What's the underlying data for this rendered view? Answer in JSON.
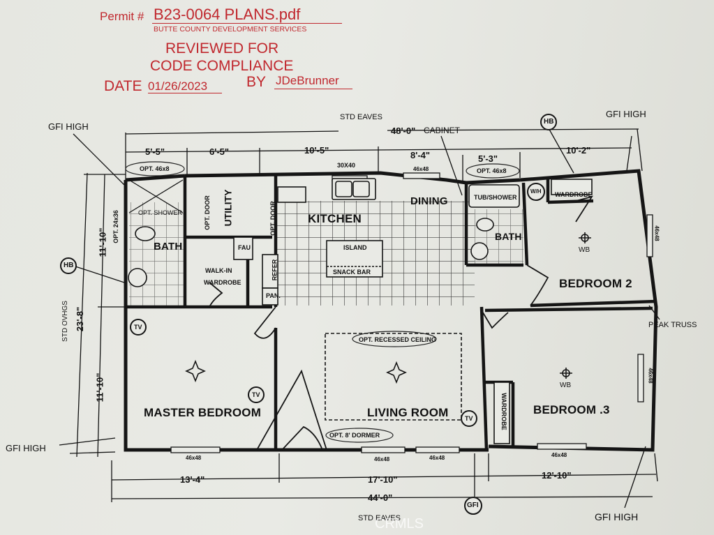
{
  "stamp": {
    "permit_label": "Permit #",
    "permit_value": "B23-0064 PLANS.pdf",
    "agency": "BUTTE COUNTY DEVELOPMENT SERVICES",
    "line1": "REVIEWED FOR",
    "line2": "CODE COMPLIANCE",
    "date_label": "DATE",
    "date_value": "01/26/2023",
    "by_label": "BY",
    "by_value": "JDeBrunner",
    "color": "#c0272d"
  },
  "annotations": {
    "std_eaves_top": "STD EAVES",
    "std_eaves_bottom": "STD EAVES",
    "gfi_high_top_left": "GFI HIGH",
    "gfi_high_top_right": "GFI HIGH",
    "gfi_high_left": "GFI HIGH",
    "gfi_high_bottom_right": "GFI HIGH",
    "cabinet": "CABINET",
    "peak_truss": "PEAK TRUSS",
    "std_ovhgs": "STD OVHGS",
    "hb_top": "HB",
    "hb_left": "HB",
    "gfi_circle": "GFI"
  },
  "dimensions": {
    "top_overall": "48'-0\"",
    "top_segments": [
      "5'-5\"",
      "6'-5\"",
      "10'-5\"",
      "8'-4\"",
      "5'-3\"",
      "10'-2\""
    ],
    "bottom_segments": [
      "13'-4\"",
      "17'-10\"",
      "12'-10\""
    ],
    "bottom_overall": "44'-0\"",
    "left_overall": "23'-8\"",
    "left_segments": [
      "11'-10\"",
      "11'-10\""
    ]
  },
  "rooms": {
    "kitchen": "KITCHEN",
    "dining": "DINING",
    "island": "ISLAND",
    "snack_bar": "SNACK BAR",
    "bath_left": "BATH",
    "bath_right": "BATH",
    "utility": "UTILITY",
    "walk_in": "WALK-IN",
    "wardrobe_walkin": "WARDROBE",
    "fau": "FAU",
    "refer": "REFER",
    "pan": "PAN.",
    "master_bedroom": "MASTER BEDROOM",
    "living_room": "LIVING ROOM",
    "bedroom2": "BEDROOM 2",
    "bedroom3": "BEDROOM .3",
    "tub_shower": "TUB/SHOWER",
    "wh": "W/H",
    "wardrobe_b2": "WARDROBE",
    "wardrobe_b3": "WARDROBE",
    "wb2": "WB",
    "wb3": "WB"
  },
  "options": {
    "opt_window_left": "OPT. 46x8",
    "opt_window_right": "OPT. 46x8",
    "opt_shower": "OPT. SHOWER",
    "opt_24x36": "OPT. 24x36",
    "opt_door_utility": "OPT. DOOR",
    "opt_door_kitchen": "OPT. DOOR",
    "opt_recessed": "OPT. RECESSED CEILING",
    "opt_dormer": "OPT. 8' DORMER"
  },
  "windows": {
    "sink": "30X40",
    "dining_top": "46x48",
    "b2_side": "46x48",
    "b3_side": "46x48",
    "master_bottom": "46x48",
    "living_bottom_1": "46x48",
    "living_bottom_2": "46x48",
    "b3_bottom": "46x48"
  },
  "tv_labels": [
    "TV",
    "TV",
    "TV"
  ],
  "watermark": "CRMLS"
}
